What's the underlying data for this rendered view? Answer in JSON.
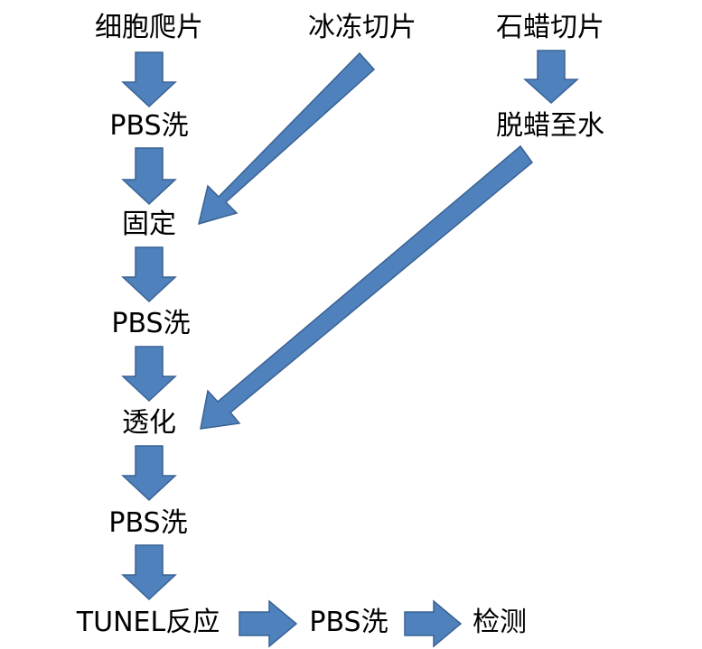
{
  "diagram": {
    "nodes": {
      "cell_climbing": "细胞爬片",
      "frozen_section": "冰冻切片",
      "paraffin_section": "石蜡切片",
      "pbs_wash_1": "PBS洗",
      "dewax_to_water": "脱蜡至水",
      "fixation": "固定",
      "pbs_wash_2": "PBS洗",
      "permeabilization": "透化",
      "pbs_wash_3": "PBS洗",
      "tunel_reaction": "TUNEL反应",
      "pbs_wash_4": "PBS洗",
      "detection": "检测"
    },
    "colors": {
      "arrow_fill": "#4f81bd",
      "arrow_stroke": "#3a6293",
      "text": "#000000"
    }
  }
}
